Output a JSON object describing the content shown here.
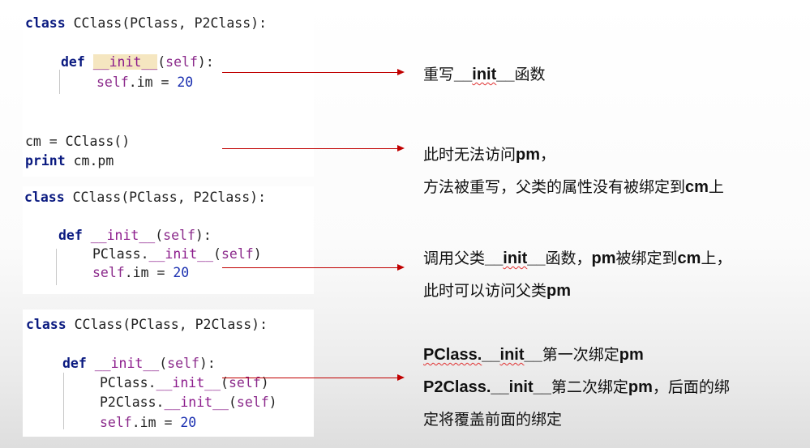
{
  "panels": [
    {
      "lines": [
        {
          "class_kw": "class",
          "rest": " CClass(PClass, P2Class):"
        },
        {
          "def_kw": "def",
          "name": "__init__",
          "open": "(",
          "self": "self",
          "close": "):"
        },
        {
          "self": "self",
          "rest": ".im = ",
          "num": "20"
        },
        {
          "rest": "cm = CClass()"
        },
        {
          "print_kw": "print",
          "rest": " cm.pm"
        }
      ]
    },
    {
      "lines": [
        {
          "class_kw": "class",
          "rest": " CClass(PClass, P2Class):"
        },
        {
          "def_kw": "def",
          "name": "__init__",
          "open": "(",
          "self": "self",
          "close": "):"
        },
        {
          "prefix": "PClass.",
          "name": "__init__",
          "open": "(",
          "self": "self",
          "close": ")"
        },
        {
          "self": "self",
          "rest": ".im = ",
          "num": "20"
        }
      ]
    },
    {
      "lines": [
        {
          "class_kw": "class",
          "rest": " CClass(PClass, P2Class):"
        },
        {
          "def_kw": "def",
          "name": "__init__",
          "open": "(",
          "self": "self",
          "close": "):"
        },
        {
          "prefix": "PClass.",
          "name": "__init__",
          "open": "(",
          "self": "self",
          "close": ")"
        },
        {
          "prefix": "P2Class.",
          "name": "__init__",
          "open": "(",
          "self": "self",
          "close": ")"
        },
        {
          "self": "self",
          "rest": ".im = ",
          "num": "20"
        }
      ]
    }
  ],
  "notes": {
    "n1": {
      "a": "重写",
      "u1": "__",
      "b": "init",
      "u2": "__",
      "c": "函数"
    },
    "n2": {
      "a": "此时无法访问",
      "b": "pm",
      "c": "，"
    },
    "n3": {
      "a": "方法被重写，父类的属性没有被绑定到",
      "b": "cm",
      "c": "上"
    },
    "n4": {
      "a": "调用父类",
      "u1": "__",
      "b": "init",
      "u2": "__",
      "c": "函数，",
      "d": "pm",
      "e": "被绑定到",
      "f": "cm",
      "g": "上，"
    },
    "n5": {
      "a": "此时可以访问父类",
      "b": "pm"
    },
    "n6": {
      "a": "PClass.",
      "u1": "__",
      "b": "init",
      "u2": "__",
      "c": "第一次绑定",
      "d": "pm"
    },
    "n7": {
      "a": "P2Class.",
      "u1": "__",
      "b": "init",
      "u2": "__",
      "c": "第二次绑定",
      "d": "pm",
      "e": "，后面的绑"
    },
    "n8": {
      "a": "定将覆盖前面的绑定"
    }
  },
  "colors": {
    "arrow": "#c00000",
    "keyword": "#0a1a80",
    "dunder": "#8b1a8b",
    "number": "#1a2fb0"
  }
}
